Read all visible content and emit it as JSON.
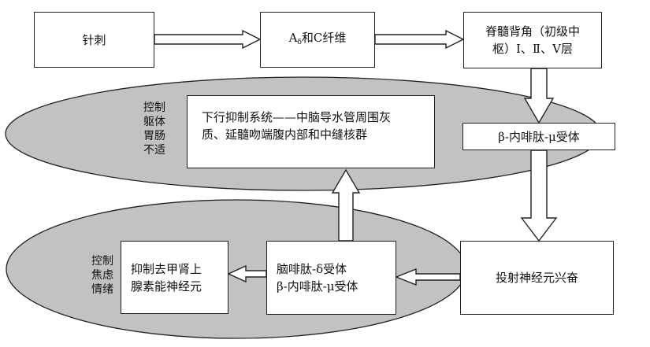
{
  "nodes": {
    "acupuncture": "针刺",
    "fiber_prefix": "A",
    "fiber_sub": "δ",
    "fiber_suffix": "和C纤维",
    "dorsal_horn_line1": "脊髓背角（初级中",
    "dorsal_horn_line2": "枢）Ⅰ、Ⅱ、Ⅴ层",
    "descending_line1": "下行抑制系统——中脑导水管周围灰",
    "descending_line2": "质、延髓吻端腹内部和中缝核群",
    "beta_mu_receptor": "β-内啡肽-μ受体",
    "projection_neuron": "投射神经元兴奋",
    "brain_receptor_line1": "脑啡肽-δ受体",
    "brain_receptor_line2": "β-内啡肽-μ受体",
    "norepinephrine_line1": "抑制去甲肾上",
    "norepinephrine_line2": "腺素能神经元"
  },
  "labels": {
    "upper": [
      "控制",
      "躯体",
      "胃肠",
      "不适"
    ],
    "lower": [
      "控制",
      "焦虑",
      "情绪"
    ]
  },
  "colors": {
    "ellipse_fill": "#c2c2c2",
    "line": "#222222",
    "box_fill": "#ffffff"
  }
}
